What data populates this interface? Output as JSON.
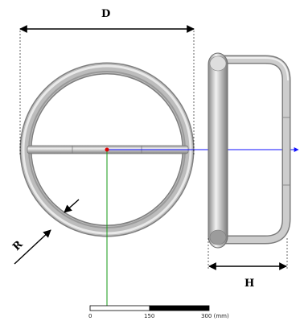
{
  "labels": {
    "diameter": "D",
    "radius": "R",
    "height": "H"
  },
  "scale_bar": {
    "ticks": [
      "0",
      "150",
      "300 (mm)"
    ]
  },
  "colors": {
    "tube": "#b9b9b9",
    "tube_edge": "#8d8d8d",
    "tube_highlight": "#ededed",
    "x_axis": "#1010ff",
    "y_axis": "#139a13",
    "origin": "#dd0000",
    "dimension": "#000000"
  }
}
